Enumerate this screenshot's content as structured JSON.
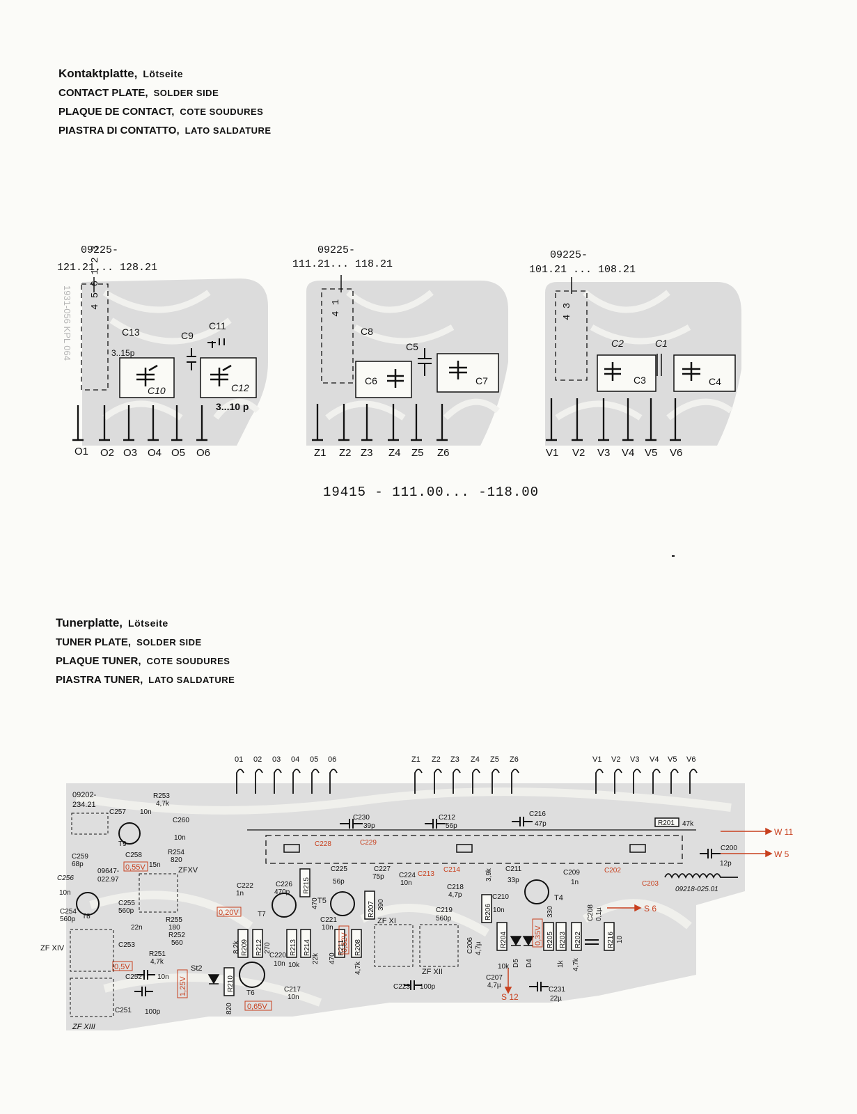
{
  "kontaktplatte": {
    "title_de": "Kontaktplatte,",
    "subtitle_de": "Lötseite",
    "title_en": "CONTACT PLATE,",
    "subtitle_en": "SOLDER SIDE",
    "title_fr": "PLAQUE DE CONTACT,",
    "subtitle_fr": "COTE SOUDURES",
    "title_it": "PIASTRA DI CONTATTO,",
    "subtitle_it": "LATO SALDATURE",
    "side_mark": "1931-056  KPL 064",
    "plates": [
      {
        "part_prefix": "09225-",
        "part_range": "121.21... 128.21",
        "components": [
          "C13",
          "3..15p",
          "C9",
          "C11",
          "C10",
          "C12",
          "3...10 p"
        ],
        "pin_row": "4 5 6   1 2 3",
        "pins": [
          "O1",
          "O2",
          "O3",
          "O4",
          "O5",
          "O6"
        ]
      },
      {
        "part_prefix": "09225-",
        "part_range": "111.21... 118.21",
        "components": [
          "C8",
          "C5",
          "C6",
          "C7"
        ],
        "pin_row": "4   1",
        "pins": [
          "Z1",
          "Z2",
          "Z3",
          "Z4",
          "Z5",
          "Z6"
        ]
      },
      {
        "part_prefix": "09225-",
        "part_range": "101.21 ... 108.21",
        "components": [
          "C2",
          "C1",
          "C3",
          "C4"
        ],
        "pin_row": "4   3",
        "pins": [
          "V1",
          "V2",
          "V3",
          "V4",
          "V5",
          "V6"
        ]
      }
    ],
    "assembly_number": "19415 - 111.00... -118.00"
  },
  "tunerplatte": {
    "title_de": "Tunerplatte,",
    "subtitle_de": "Lötseite",
    "title_en": "TUNER PLATE,",
    "subtitle_en": "SOLDER SIDE",
    "title_fr": "PLAQUE TUNER,",
    "subtitle_fr": "COTE SOUDURES",
    "title_it": "PIASTRA TUNER,",
    "subtitle_it": "LATO SALDATURE",
    "top_pins_o": [
      "01",
      "02",
      "03",
      "04",
      "05",
      "06"
    ],
    "top_pins_z": [
      "Z1",
      "Z2",
      "Z3",
      "Z4",
      "Z5",
      "Z6"
    ],
    "top_pins_v": [
      "V1",
      "V2",
      "V3",
      "V4",
      "V5",
      "V6"
    ],
    "outputs": [
      "W 11",
      "W 5",
      "S 6",
      "S 12"
    ],
    "voltages": [
      "0,55V",
      "0,20V",
      "0,5V",
      "1,25V",
      "0,65V",
      "0,52V",
      "0,35V"
    ],
    "modules": [
      "09202-",
      "234.21",
      "09647-",
      "022.97",
      "09218-025.01",
      "ZF XIV",
      "ZF XIII",
      "ZFXV",
      "ZF XI",
      "ZF XII"
    ],
    "components": [
      "R253",
      "4,7k",
      "C257",
      "10n",
      "C260",
      "10n",
      "T9",
      "C259",
      "68p",
      "C258",
      "15n",
      "R254",
      "820",
      "C256",
      "10n",
      "C254",
      "560p",
      "C255",
      "560p",
      "T8",
      "22n",
      "R255",
      "180",
      "R252",
      "560",
      "C253",
      "R251",
      "4,7k",
      "C252",
      "10n",
      "C251",
      "100p",
      "St2",
      "R210",
      "820",
      "C222",
      "1n",
      "C226",
      "470p",
      "T7",
      "R215",
      "470",
      "C225",
      "56p",
      "C227",
      "75p",
      "C230",
      "39p",
      "C212",
      "56p",
      "C216",
      "47p",
      "R201",
      "47k",
      "C200",
      "12p",
      "C228",
      "C229",
      "C224",
      "10n",
      "C213",
      "C214",
      "3,9k",
      "C211",
      "33p",
      "C209",
      "1n",
      "C202",
      "C203",
      "R209",
      "8,2k",
      "R212",
      "270",
      "C220",
      "10n",
      "R213",
      "10k",
      "R214",
      "22k",
      "C217",
      "10n",
      "T6",
      "C221",
      "10n",
      "T5",
      "R211",
      "470",
      "R208",
      "4,7k",
      "R207",
      "390",
      "C218",
      "4,7p",
      "C219",
      "560p",
      "C223",
      "100p",
      "C206",
      "4,7µ",
      "R206",
      "C210",
      "10n",
      "R204",
      "10k",
      "C207",
      "4,7µ",
      "D5",
      "D4",
      "T4",
      "330",
      "R205",
      "R203",
      "1k",
      "R202",
      "4,7k",
      "C208",
      "0,1µ",
      "R216",
      "10",
      "C231",
      "22µ"
    ]
  }
}
